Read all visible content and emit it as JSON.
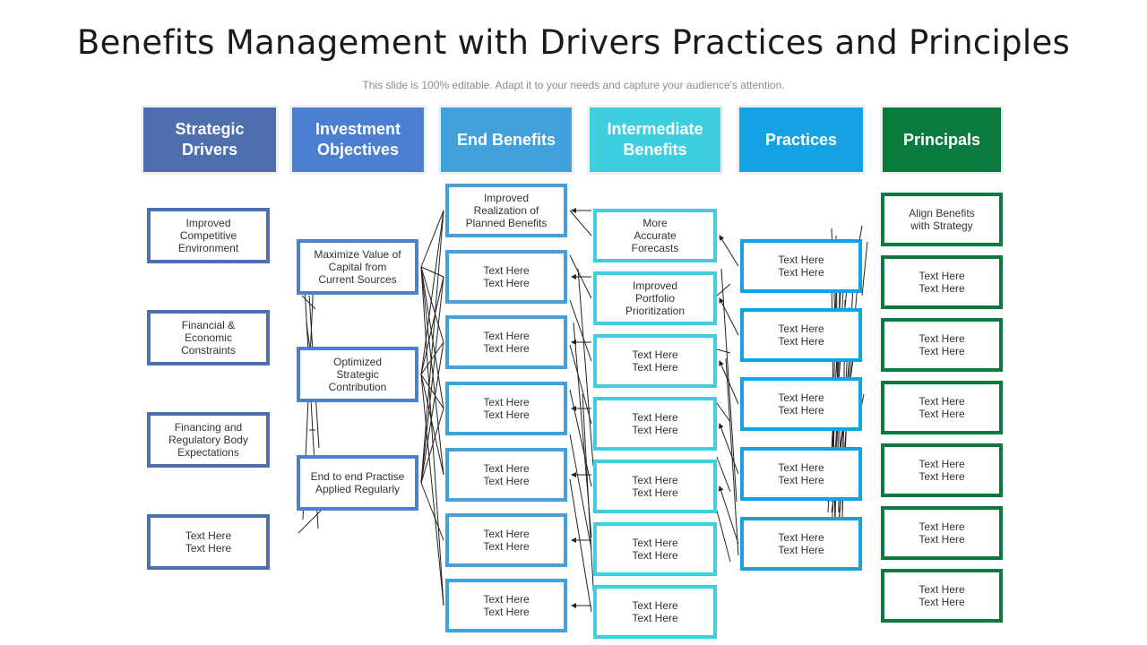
{
  "title": "Benefits Management with Drivers Practices and Principles",
  "subtitle": "This slide is 100% editable. Adapt it to your needs and capture your audience's attention.",
  "colors": {
    "strategic": "#4e6fae",
    "investment": "#4c7fcf",
    "end": "#42a0da",
    "intermediate": "#3fcde0",
    "practices": "#16a1e3",
    "principals": "#0b7a3e"
  },
  "headers": {
    "strategic": "Strategic\nDrivers",
    "investment": "Investment\nObjectives",
    "end": "End Benefits",
    "intermediate": "Intermediate\nBenefits",
    "practices": "Practices",
    "principals": "Principals"
  },
  "columns": {
    "strategic": [
      "Improved\nCompetitive\nEnvironment",
      "Financial &\nEconomic\nConstraints",
      "Financing and\nRegulatory Body\nExpectations",
      "Text Here\nText Here"
    ],
    "investment": [
      "Maximize Value of\nCapital from\nCurrent Sources",
      "Optimized\nStrategic\nContribution",
      "End to end Practise\nApplied Regularly"
    ],
    "end": [
      "Improved\nRealization of\nPlanned Benefits",
      "Text Here\nText Here",
      "Text Here\nText Here",
      "Text Here\nText Here",
      "Text Here\nText Here",
      "Text Here\nText Here",
      "Text Here\nText Here"
    ],
    "intermediate": [
      "More\nAccurate\nForecasts",
      "Improved\nPortfolio\nPrioritization",
      "Text Here\nText Here",
      "Text Here\nText Here",
      "Text Here\nText Here",
      "Text Here\nText Here",
      "Text Here\nText Here"
    ],
    "practices": [
      "Text Here\nText Here",
      "Text Here\nText Here",
      "Text Here\nText Here",
      "Text Here\nText Here",
      "Text Here\nText Here"
    ],
    "principals": [
      "Align Benefits\nwith Strategy",
      "Text Here\nText Here",
      "Text Here\nText Here",
      "Text Here\nText Here",
      "Text Here\nText Here",
      "Text Here\nText Here",
      "Text Here\nText Here"
    ]
  }
}
